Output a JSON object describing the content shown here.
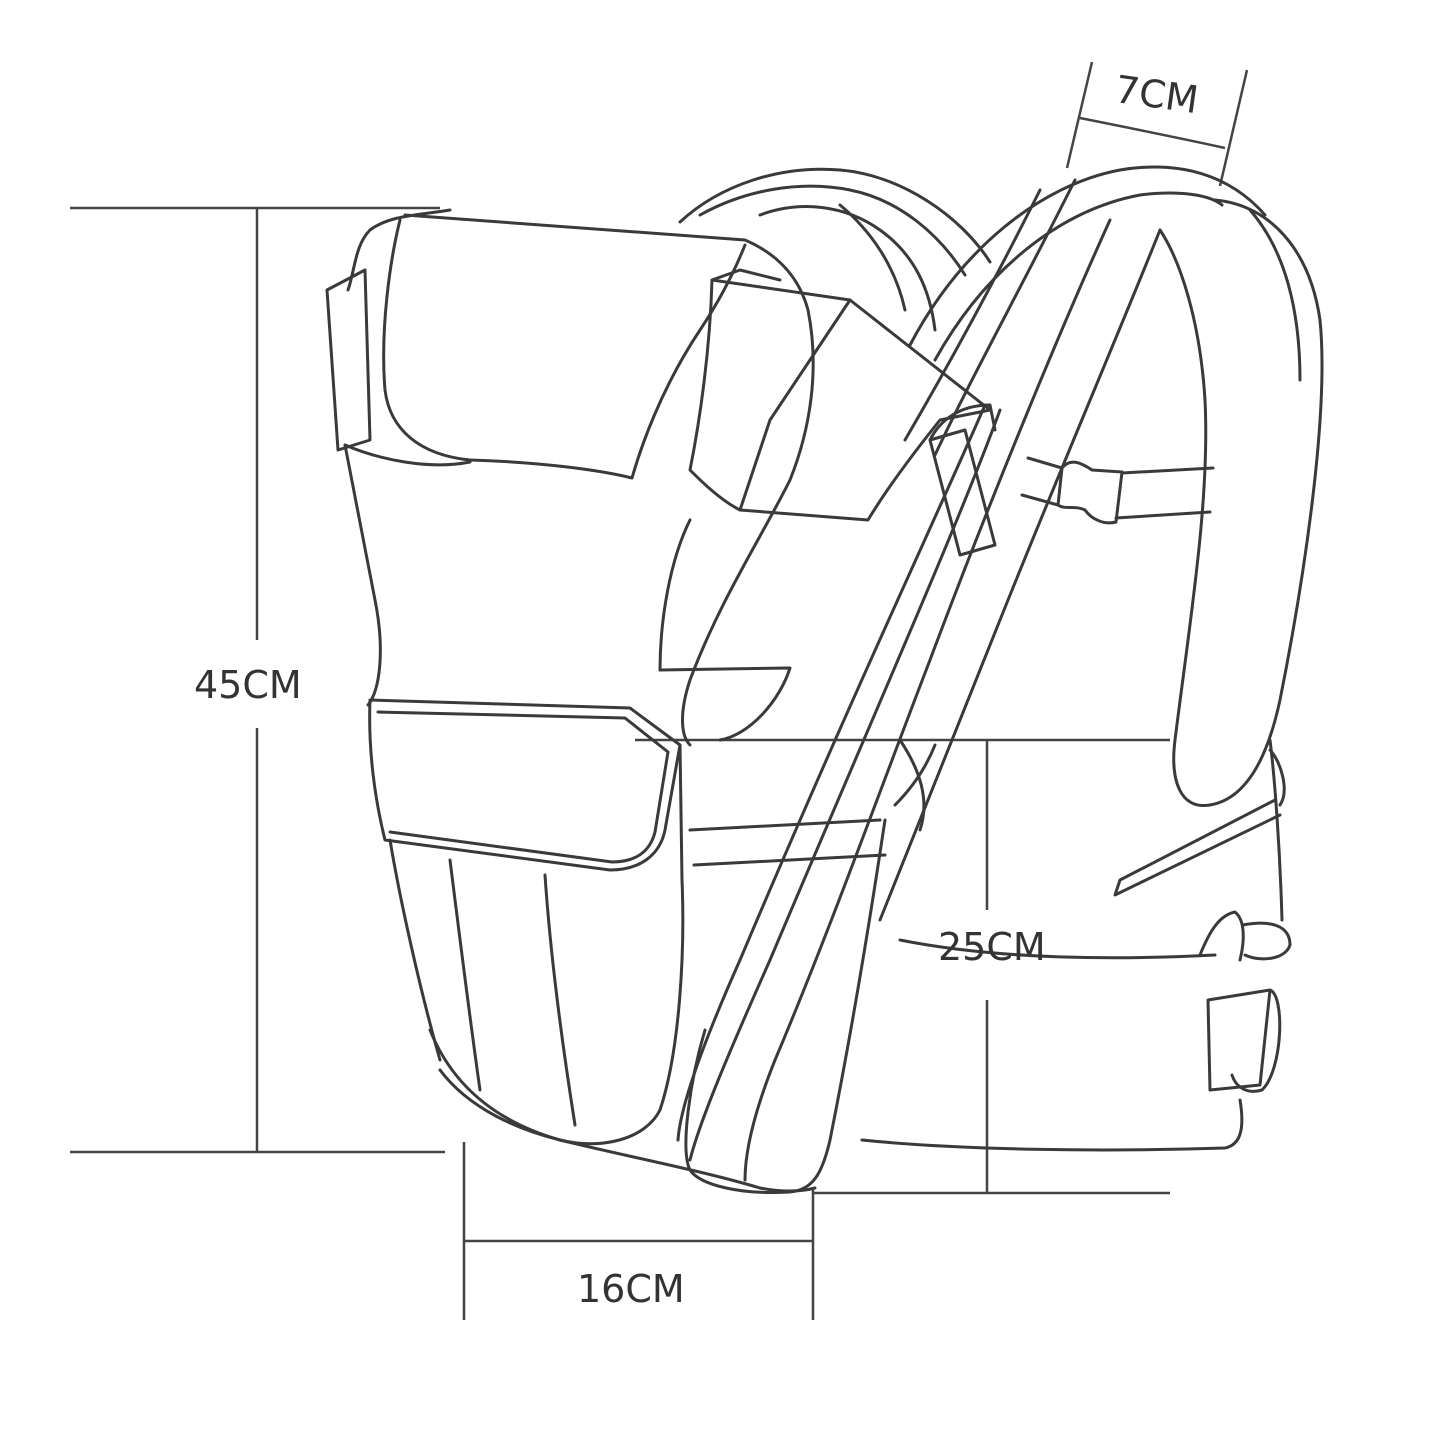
{
  "diagram": {
    "subject": "Baby carrier line drawing with dimensions",
    "stroke_color": "#3a3a3a",
    "background": "#ffffff",
    "dimensions": {
      "height": {
        "label": "45CM",
        "orientation": "vertical"
      },
      "waist_belt": {
        "label": "25CM",
        "orientation": "vertical"
      },
      "seat_depth": {
        "label": "16CM",
        "orientation": "horizontal"
      },
      "strap_width": {
        "label": "7CM",
        "orientation": "horizontal"
      }
    }
  }
}
